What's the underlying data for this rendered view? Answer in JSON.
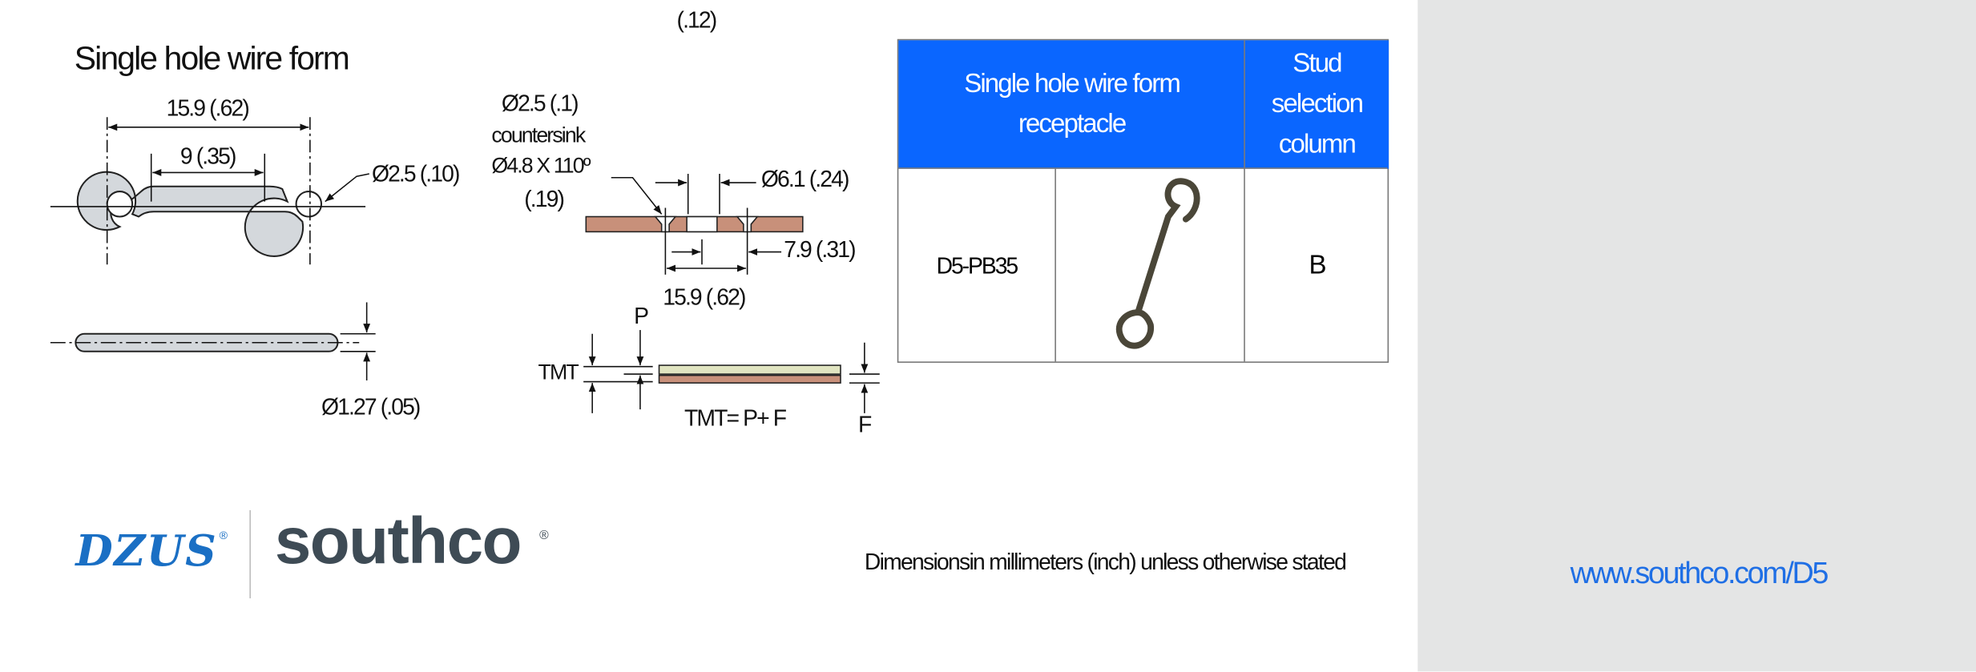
{
  "top_fragment": "(.12)",
  "section_title": "Single hole wire form",
  "drawing": {
    "overall_length": "15.9 (.62)",
    "inner_length": "9 (.35)",
    "hole_dia": "Ø2.5 (.10)",
    "wire_dia": "Ø1.27 (.05)",
    "panel_hole": "Ø2.5 (.1)",
    "countersink_label": "countersink",
    "countersink_spec": "Ø4.8 X 110º",
    "countersink_inch": "(.19)",
    "center_hole": "Ø6.1 (.24)",
    "half_spacing": "7.9 (.31)",
    "hole_spacing": "15.9 (.62)",
    "p_label": "P",
    "tmt_label": "TMT",
    "f_label": "F",
    "formula": "TMT= P+ F"
  },
  "table": {
    "header_product": "Single hole wire form receptacle",
    "header_stud": "Stud selection column",
    "rows": [
      {
        "part_number": "D5-PB35",
        "stud_column": "B"
      }
    ]
  },
  "footer": {
    "logo_dzus": "DZUS",
    "logo_southco": "southco",
    "note": "Dimensionsin millimeters  (inch) unless otherwise stated",
    "url": "www.southco.com/D5"
  },
  "colors": {
    "header_blue": "#0a66ff",
    "link_blue": "#1f6fe5",
    "panel_gray": "#e4e5e5",
    "panel_brown": "#c8907a"
  }
}
